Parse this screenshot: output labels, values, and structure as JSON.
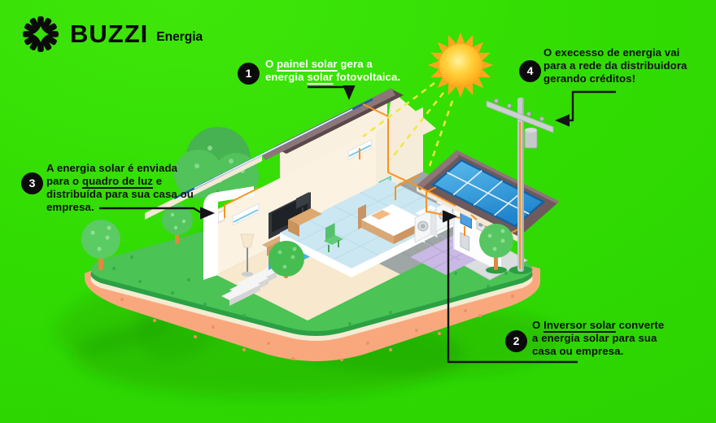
{
  "brand": {
    "name": "BUZZI",
    "suffix": "Energia"
  },
  "callouts": [
    {
      "number": "1",
      "color": "#ffffff",
      "lines": [
        [
          {
            "t": "O "
          },
          {
            "t": "painel solar",
            "u": true
          },
          {
            "t": " gera a"
          }
        ],
        [
          {
            "t": "energia "
          },
          {
            "t": "solar",
            "u": true
          },
          {
            "t": " fotovoltaica."
          }
        ]
      ]
    },
    {
      "number": "2",
      "color": "#101010",
      "lines": [
        [
          {
            "t": "O "
          },
          {
            "t": "Inversor solar",
            "u": true
          },
          {
            "t": " converte"
          }
        ],
        [
          {
            "t": "a energia solar para sua"
          }
        ],
        [
          {
            "t": "casa ou empresa."
          }
        ]
      ]
    },
    {
      "number": "3",
      "color": "#101010",
      "lines": [
        [
          {
            "t": "A energia solar é enviada"
          }
        ],
        [
          {
            "t": "para o "
          },
          {
            "t": "quadro de luz",
            "u": true
          },
          {
            "t": " e"
          }
        ],
        [
          {
            "t": "distribuída para sua casa ou"
          }
        ],
        [
          {
            "t": "empresa."
          }
        ]
      ]
    },
    {
      "number": "4",
      "color": "#101010",
      "lines": [
        [
          {
            "t": "O execesso de energia vai"
          }
        ],
        [
          {
            "t": "para a rede da distribuidora"
          }
        ],
        [
          {
            "t": "gerando créditos!"
          }
        ]
      ]
    }
  ],
  "colors": {
    "background": "#31DC02",
    "badge": "#0B0B0B",
    "wire_orange": "#F79321",
    "panel_blue": "#2A8FD4",
    "roof": "#6E595C",
    "grass": "#4CC355",
    "soil": "#F9A87D",
    "sun": "#FFB21E",
    "inverter_blue": "#4D9FE2"
  },
  "scene": {
    "objects": [
      "sun",
      "solar-panel-array-main",
      "solar-panel-array-annex",
      "cutaway-house",
      "solar-inverter",
      "energy-meter",
      "power-pole",
      "transformer",
      "grass-island",
      "trees"
    ]
  }
}
